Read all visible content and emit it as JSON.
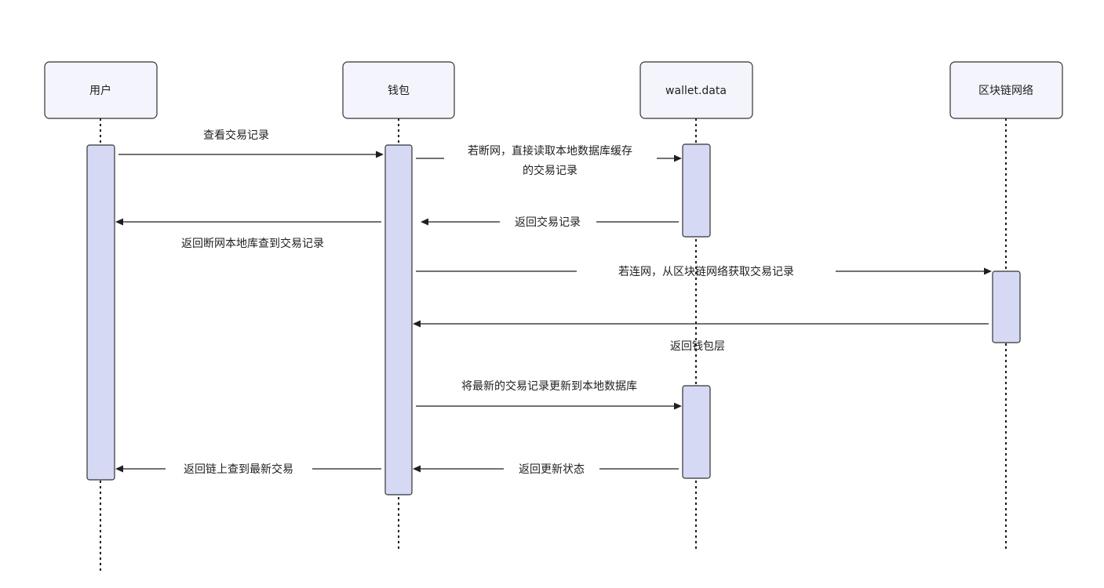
{
  "participants": [
    {
      "id": "user",
      "label": "用户"
    },
    {
      "id": "wallet",
      "label": "钱包"
    },
    {
      "id": "walletdata",
      "label": "wallet.data"
    },
    {
      "id": "chain",
      "label": "区块链网络"
    }
  ],
  "messages": [
    {
      "id": "m1",
      "from": "user",
      "to": "wallet",
      "label_lines": [
        "查看交易记录"
      ]
    },
    {
      "id": "m2",
      "from": "wallet",
      "to": "walletdata",
      "label_lines": [
        "若断网，直接读取本地数据库缓存",
        "的交易记录"
      ]
    },
    {
      "id": "m3",
      "from": "walletdata",
      "to": "wallet",
      "label_lines": [
        "返回交易记录"
      ]
    },
    {
      "id": "m4",
      "from": "wallet",
      "to": "user",
      "label_lines": [
        "返回断网本地库查到交易记录"
      ]
    },
    {
      "id": "m5",
      "from": "wallet",
      "to": "chain",
      "label_lines": [
        "若连网，从区块链网络获取交易记录"
      ]
    },
    {
      "id": "m6",
      "from": "chain",
      "to": "wallet",
      "label_lines": [
        "返回钱包层"
      ]
    },
    {
      "id": "m7",
      "from": "wallet",
      "to": "walletdata",
      "label_lines": [
        "将最新的交易记录更新到本地数据库"
      ]
    },
    {
      "id": "m8",
      "from": "walletdata",
      "to": "wallet",
      "label_lines": [
        "返回更新状态"
      ]
    },
    {
      "id": "m9",
      "from": "wallet",
      "to": "user",
      "label_lines": [
        "返回链上查到最新交易"
      ]
    }
  ]
}
